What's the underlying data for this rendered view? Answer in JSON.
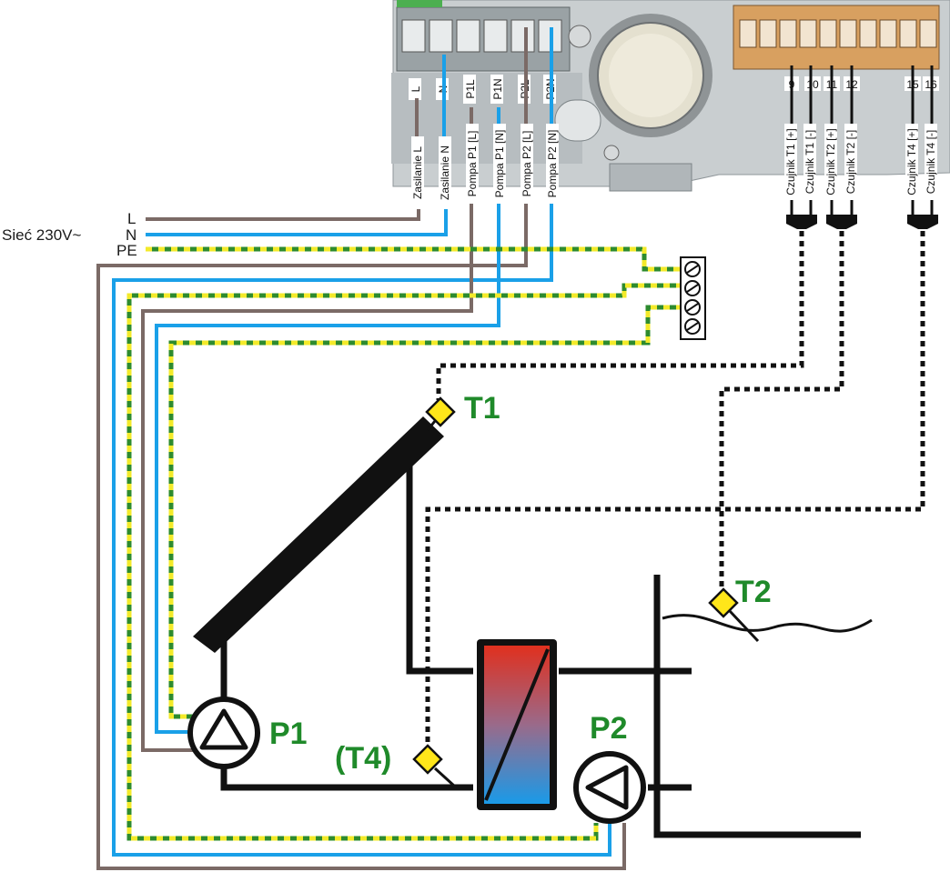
{
  "colors": {
    "wire_L": "#7b6a66",
    "wire_N": "#1aa0e8",
    "wire_PE_green": "#2e8b2e",
    "wire_PE_yellow": "#f3ea2a",
    "sensor_wire": "#111111",
    "label_green": "#1f8a2a",
    "sensor_fill": "#ffe61a",
    "controller_body": "#c9ced0",
    "grey_terminal_block": "#9aa2a5",
    "orange_terminal_block": "#d8a060"
  },
  "icons": {
    "pump": "pump-icon",
    "heat_exchanger": "heat-exchanger-icon",
    "collector": "solar-collector-icon",
    "sensor": "sensor-diamond-icon",
    "terminal_block": "pe-terminal-block-icon"
  },
  "mains": {
    "label": "Sieć 230V~",
    "L": "L",
    "N": "N",
    "PE": "PE"
  },
  "power_terminals": [
    "L",
    "N",
    "P1L",
    "P1N",
    "P2L",
    "P2N"
  ],
  "power_wire_labels": [
    "Zasilanie L",
    "Zasilanie N",
    "Pompa P1 [L]",
    "Pompa P1 [N]",
    "Pompa P2 [L]",
    "Pompa P2 [N]"
  ],
  "sensor_terminals": [
    "9",
    "10",
    "11",
    "12",
    "15",
    "16"
  ],
  "sensor_wire_labels": [
    "Czujnik T1 [+]",
    "Czujnik T1 [-]",
    "Czujnik T2 [+]",
    "Czujnik T2 [-]",
    "Czujnik T4 [+]",
    "Czujnik T4 [-]"
  ],
  "components": {
    "T1": "T1",
    "T2": "T2",
    "T4": "(T4)",
    "P1": "P1",
    "P2": "P2"
  }
}
